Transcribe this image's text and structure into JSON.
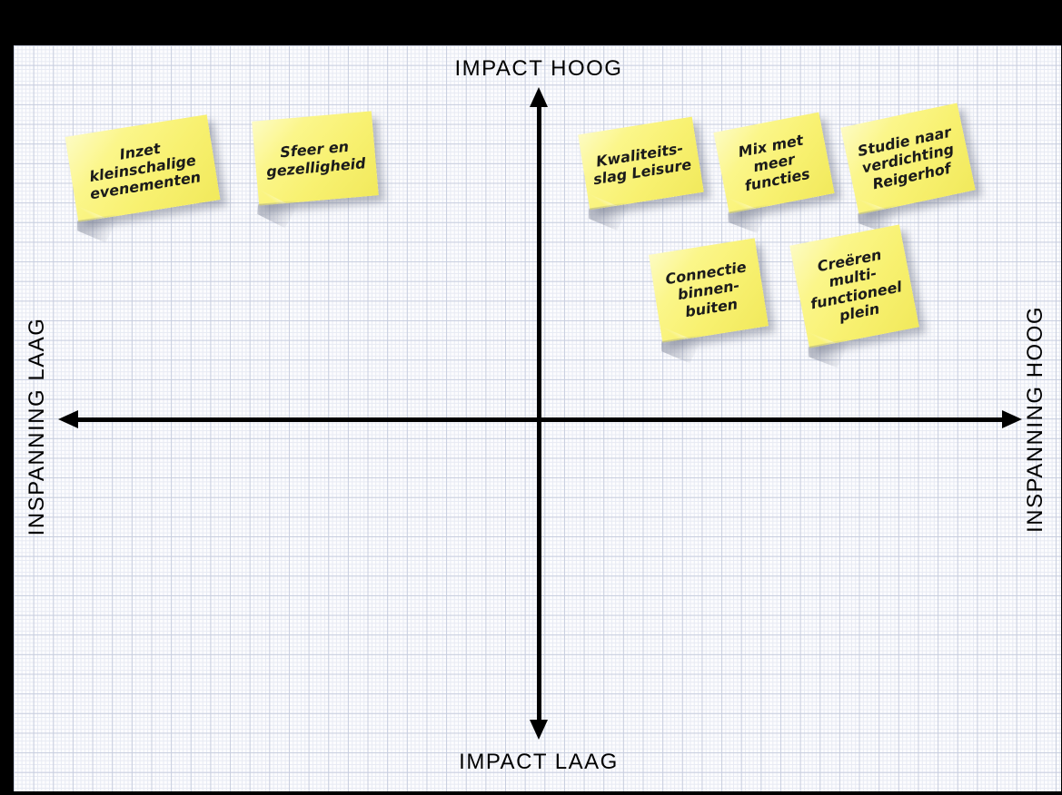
{
  "diagram": {
    "type": "impact-effort-matrix",
    "axis_labels": {
      "top": "IMPACT HOOG",
      "bottom": "IMPACT LAAG",
      "left": "INSPANNING LAAG",
      "right": "INSPANNING HOOG"
    }
  },
  "notes": [
    {
      "text": "Inzet\nkleinschalige\nevenementen",
      "quadrant": "impact-hoog-inspanning-laag"
    },
    {
      "text": "Sfeer en\ngezelligheid",
      "quadrant": "impact-hoog-inspanning-laag"
    },
    {
      "text": "Kwaliteits-\nslag Leisure",
      "quadrant": "impact-hoog-inspanning-hoog"
    },
    {
      "text": "Mix met\nmeer\nfuncties",
      "quadrant": "impact-hoog-inspanning-hoog"
    },
    {
      "text": "Studie naar\nverdichting\nReigerhof",
      "quadrant": "impact-hoog-inspanning-hoog"
    },
    {
      "text": "Connectie\nbinnen-\nbuiten",
      "quadrant": "impact-hoog-inspanning-hoog"
    },
    {
      "text": "Creëren\nmulti-\nfunctioneel\nplein",
      "quadrant": "impact-hoog-inspanning-hoog"
    }
  ],
  "colors": {
    "frame": "#000000",
    "paper": "#fcfcfe",
    "grid_minor": "#e7eaf3",
    "grid_major": "#c8cedf",
    "axis": "#000000",
    "note_fill": "#f8f171",
    "note_text": "#1b1b1b"
  }
}
